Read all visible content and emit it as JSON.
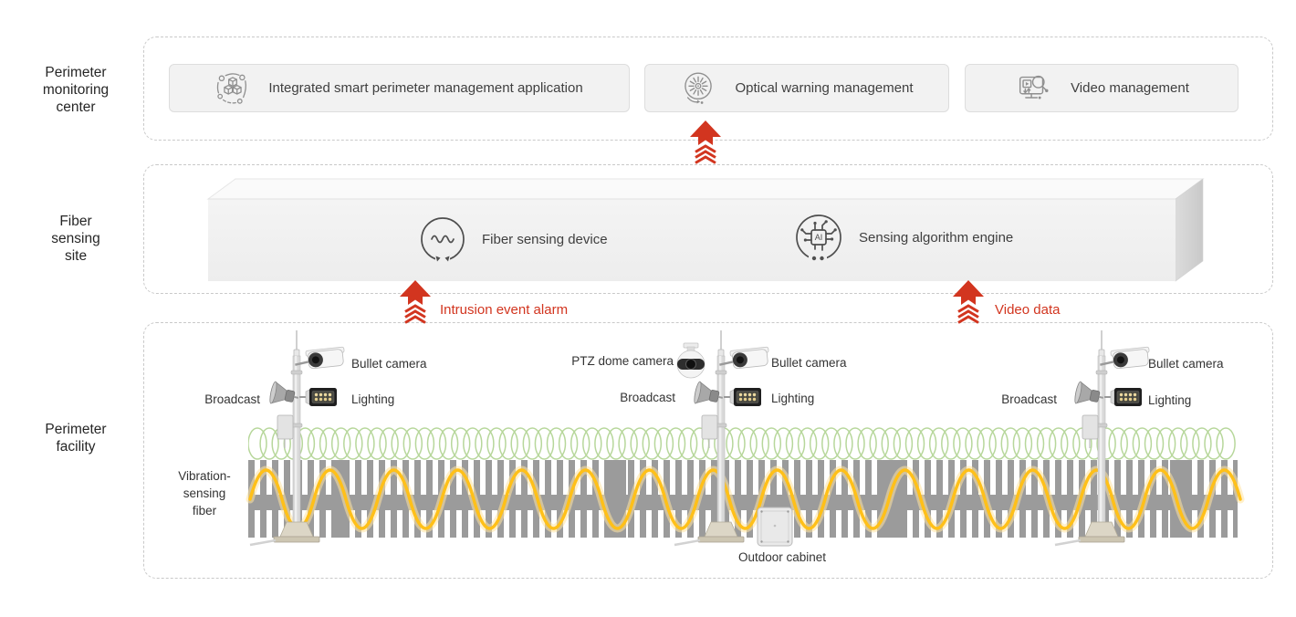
{
  "accent": {
    "red": "#d2351f",
    "fence_gray": "#9b9b9b",
    "coil_green": "#b7d79b",
    "fiber_yellow": "#ffc019"
  },
  "rail": {
    "monitoring": "Perimeter\nmonitoring\ncenter",
    "fiber_site": "Fiber\nsensing\nsite",
    "facility": "Perimeter\nfacility"
  },
  "monitoring_center": {
    "cards": [
      {
        "label": "Integrated smart perimeter management application",
        "icon": "integrated-app-icon"
      },
      {
        "label": "Optical warning management",
        "icon": "optical-warning-icon"
      },
      {
        "label": "Video management",
        "icon": "video-management-icon"
      }
    ]
  },
  "fiber_site": {
    "devices": [
      {
        "label": "Fiber sensing device",
        "icon": "fiber-sensing-icon"
      },
      {
        "label": "Sensing algorithm engine",
        "icon": "ai-engine-icon",
        "chip_text": "AI"
      }
    ]
  },
  "flows": [
    {
      "label": "",
      "target": "optical-warning-management"
    },
    {
      "label": "Intrusion event alarm"
    },
    {
      "label": "Video data"
    }
  ],
  "facility": {
    "poles": [
      {
        "bullet": "Bullet camera",
        "broadcast": "Broadcast",
        "lighting": "Lighting"
      },
      {
        "ptz": "PTZ dome camera",
        "bullet": "Bullet camera",
        "broadcast": "Broadcast",
        "lighting": "Lighting"
      },
      {
        "bullet": "Bullet camera",
        "broadcast": "Broadcast",
        "lighting": "Lighting"
      }
    ],
    "vibration_fiber": "Vibration-\nsensing\nfiber",
    "cabinet": "Outdoor cabinet"
  }
}
